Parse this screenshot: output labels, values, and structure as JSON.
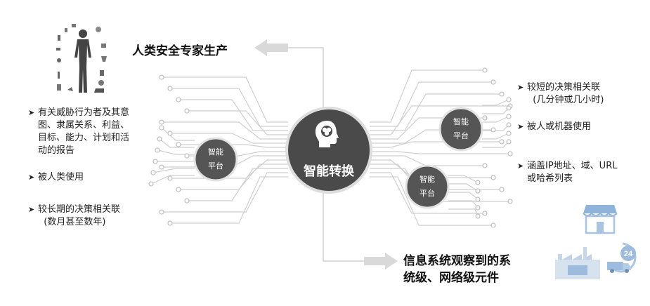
{
  "hub": {
    "label": "智能转换",
    "icon": "brain-head-icon"
  },
  "platform_nodes": [
    {
      "line1": "智能",
      "line2": "平台"
    },
    {
      "line1": "智能",
      "line2": "平台"
    },
    {
      "line1": "智能",
      "line2": "平台"
    }
  ],
  "top_title": "人类安全专家生产",
  "bottom_title": {
    "line1": "信息系统观察到的系",
    "line2": "统级、网络级元件"
  },
  "left_bullets": [
    {
      "lines": [
        "有关威胁行为者及其意",
        "图、隶属关系、利益、",
        "目标、能力、计划和活",
        "动的报告"
      ]
    },
    {
      "lines": [
        "被人类使用"
      ]
    },
    {
      "lines": [
        "较长期的决策相关联",
        "  (数月甚至数年)"
      ]
    }
  ],
  "right_bullets": [
    {
      "lines": [
        "较短的决策相关联",
        "  (几分钟或几小时)"
      ]
    },
    {
      "lines": [
        "被人或机器使用"
      ]
    },
    {
      "lines": [
        "涵盖IP地址、域、URL",
        "或哈希列表"
      ]
    }
  ],
  "icons": [
    "human-figure-icon",
    "store-icon",
    "factory-icon",
    "delivery-truck-24-icon"
  ],
  "colors": {
    "hub": "#4a4a4a",
    "node": "#555555",
    "circuit": "#c9c9c9",
    "arrow": "#d5d5d5"
  }
}
